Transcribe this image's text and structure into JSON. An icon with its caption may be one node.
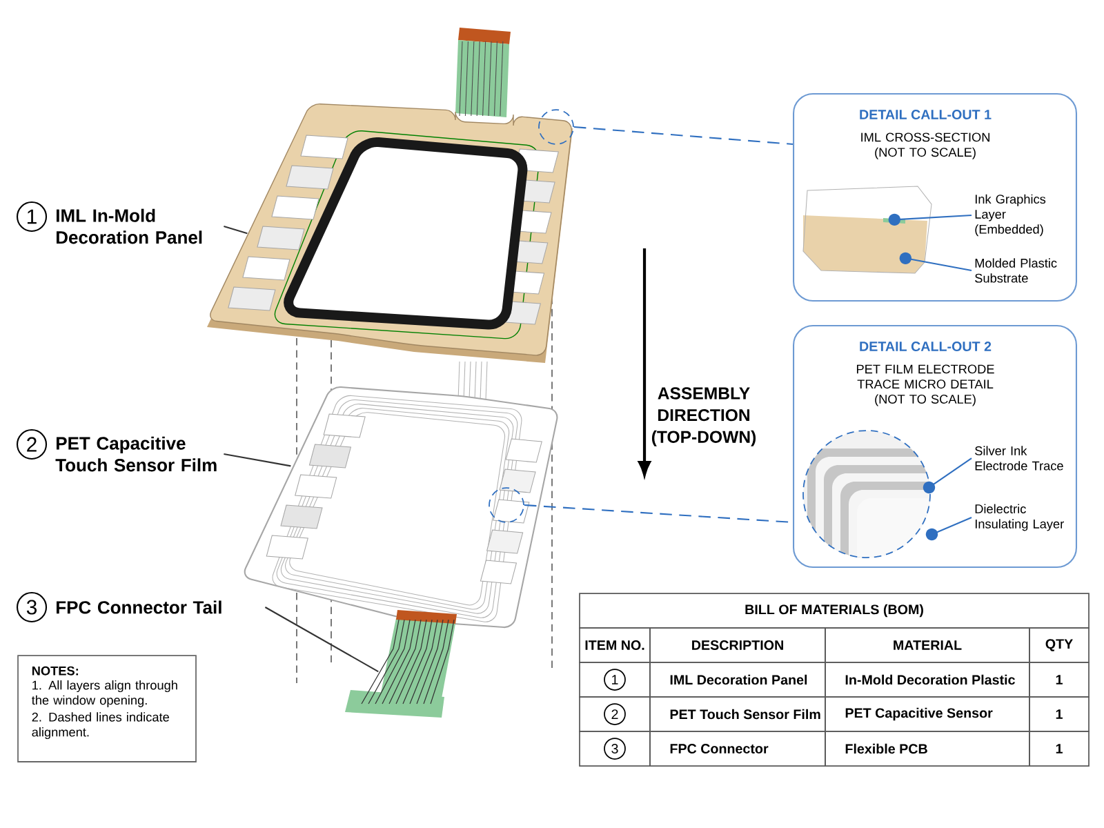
{
  "diagram": {
    "nodes": [
      {
        "text": [
          "1"
        ],
        "beside": [
          "IML In-Mold Decoration Panel"
        ]
      },
      {
        "text": [],
        "shape": "picture"
      },
      {
        "text": [
          "2"
        ],
        "beside": [
          "PET Capacitive Touch Sensor Film"
        ]
      },
      {
        "text": [],
        "shape": "picture"
      },
      {
        "text": [
          "3"
        ],
        "beside": [
          "FPC Connector Tail"
        ]
      },
      {
        "text": [],
        "shape": "picture"
      },
      {
        "text": [
          "DETAIL CALL-OUT 1",
          "IML CROSS-SECTION (NOT TO SCALE)"
        ]
      },
      {
        "text": [],
        "shape": "circle",
        "in": 1
      },
      {
        "text": [],
        "shape": "picture",
        "in": 6
      },
      {
        "text": [
          "Ink Graphics Layer (Embedded)"
        ],
        "in": 6
      },
      {
        "text": [
          "Molded Plastic Substrate"
        ],
        "in": 6
      },
      {
        "text": [
          "DETAIL CALL-OUT 2",
          "PET FILM ELECTRODE TRACE MICRO DETAIL (NOT TO SCALE)"
        ]
      },
      {
        "text": [],
        "shape": "circle",
        "in": 3
      },
      {
        "text": [],
        "shape": "picture",
        "in": 11
      },
      {
        "text": [
          "Silver Ink Electrode Trace"
        ],
        "in": 11
      },
      {
        "text": [
          "Dielectric Insulating Layer"
        ],
        "in": 11
      },
      {
        "text": [
          "NOTES:",
          "1. All layers align through the window opening.",
          "2. Dashed lines indicate alignment."
        ]
      }
    ],
    "edges": [
      {
        "from": 0,
        "to": 1,
        "arrow": "none",
        "color": "#333333"
      },
      {
        "from": 2,
        "to": 3,
        "arrow": "none",
        "color": "#333333"
      },
      {
        "from": 4,
        "to": 5,
        "arrow": "none",
        "color": "#333333"
      },
      {
        "from": 7,
        "to": 6,
        "arrow": "none",
        "style": "dashed",
        "color": "#2f6fc0"
      },
      {
        "from": 12,
        "to": 11,
        "arrow": "none",
        "style": "dashed",
        "color": "#2f6fc0"
      },
      {
        "from": 9,
        "to": 8,
        "arrow": "other",
        "color": "#2f6fc0"
      },
      {
        "from": 10,
        "to": 8,
        "arrow": "other",
        "color": "#2f6fc0"
      },
      {
        "from": 14,
        "to": 13,
        "arrow": "other",
        "color": "#2f6fc0"
      },
      {
        "from": 15,
        "to": 13,
        "arrow": "other",
        "color": "#2f6fc0"
      }
    ],
    "labels": [
      "ASSEMBLY DIRECTION (TOP-DOWN)",
      "BILL OF MATERIALS (BOM)",
      "ITEM NO.",
      "DESCRIPTION",
      "MATERIAL",
      "QTY",
      "1",
      "IML Decoration Panel",
      "In-Mold Decoration Plastic",
      "1",
      "2",
      "PET Touch Sensor Film",
      "PET Capacitive Sensor",
      "1",
      "3",
      "FPC Connector",
      "Flexible PCB",
      "1"
    ]
  }
}
